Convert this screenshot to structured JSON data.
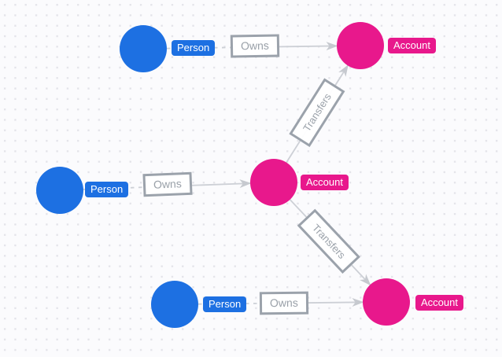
{
  "app": {
    "name": "graph-model-canvas"
  },
  "colors": {
    "person": "#1d70e2",
    "account": "#e8188c",
    "edge": "#cdd0d6",
    "arrow": "#c6c9cf",
    "box_border": "#9ba2ab",
    "box_text": "#9aa1a9",
    "background": "#fbfbfd",
    "grid_dot": "#e3e3e9"
  },
  "nodes": [
    {
      "id": "person-top",
      "label": "Person",
      "type": "Person"
    },
    {
      "id": "account-top",
      "label": "Account",
      "type": "Account"
    },
    {
      "id": "person-mid",
      "label": "Person",
      "type": "Person"
    },
    {
      "id": "account-mid",
      "label": "Account",
      "type": "Account"
    },
    {
      "id": "person-bottom",
      "label": "Person",
      "type": "Person"
    },
    {
      "id": "account-bottom",
      "label": "Account",
      "type": "Account"
    }
  ],
  "edges": [
    {
      "id": "owns-top",
      "label": "Owns",
      "from": "person-top",
      "to": "account-top"
    },
    {
      "id": "owns-mid",
      "label": "Owns",
      "from": "person-mid",
      "to": "account-mid"
    },
    {
      "id": "owns-bottom",
      "label": "Owns",
      "from": "person-bottom",
      "to": "account-bottom"
    },
    {
      "id": "transfers-up",
      "label": "Transfers",
      "from": "account-mid",
      "to": "account-top"
    },
    {
      "id": "transfers-down",
      "label": "Transfers",
      "from": "account-mid",
      "to": "account-bottom"
    }
  ]
}
